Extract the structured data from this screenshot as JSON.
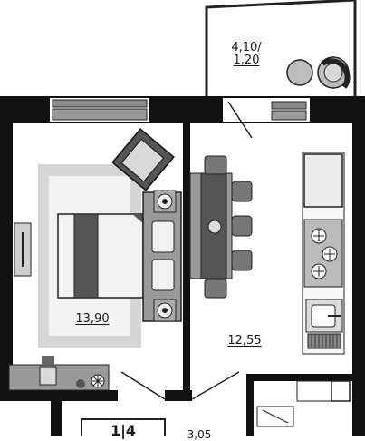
{
  "plan": {
    "balcony": {
      "line1": "4,10/",
      "line2": "1,20"
    },
    "bedroom_area": "13,90",
    "kitchen_area": "12,55",
    "unit_label": "1|4",
    "bottom_partial": "3,05"
  }
}
